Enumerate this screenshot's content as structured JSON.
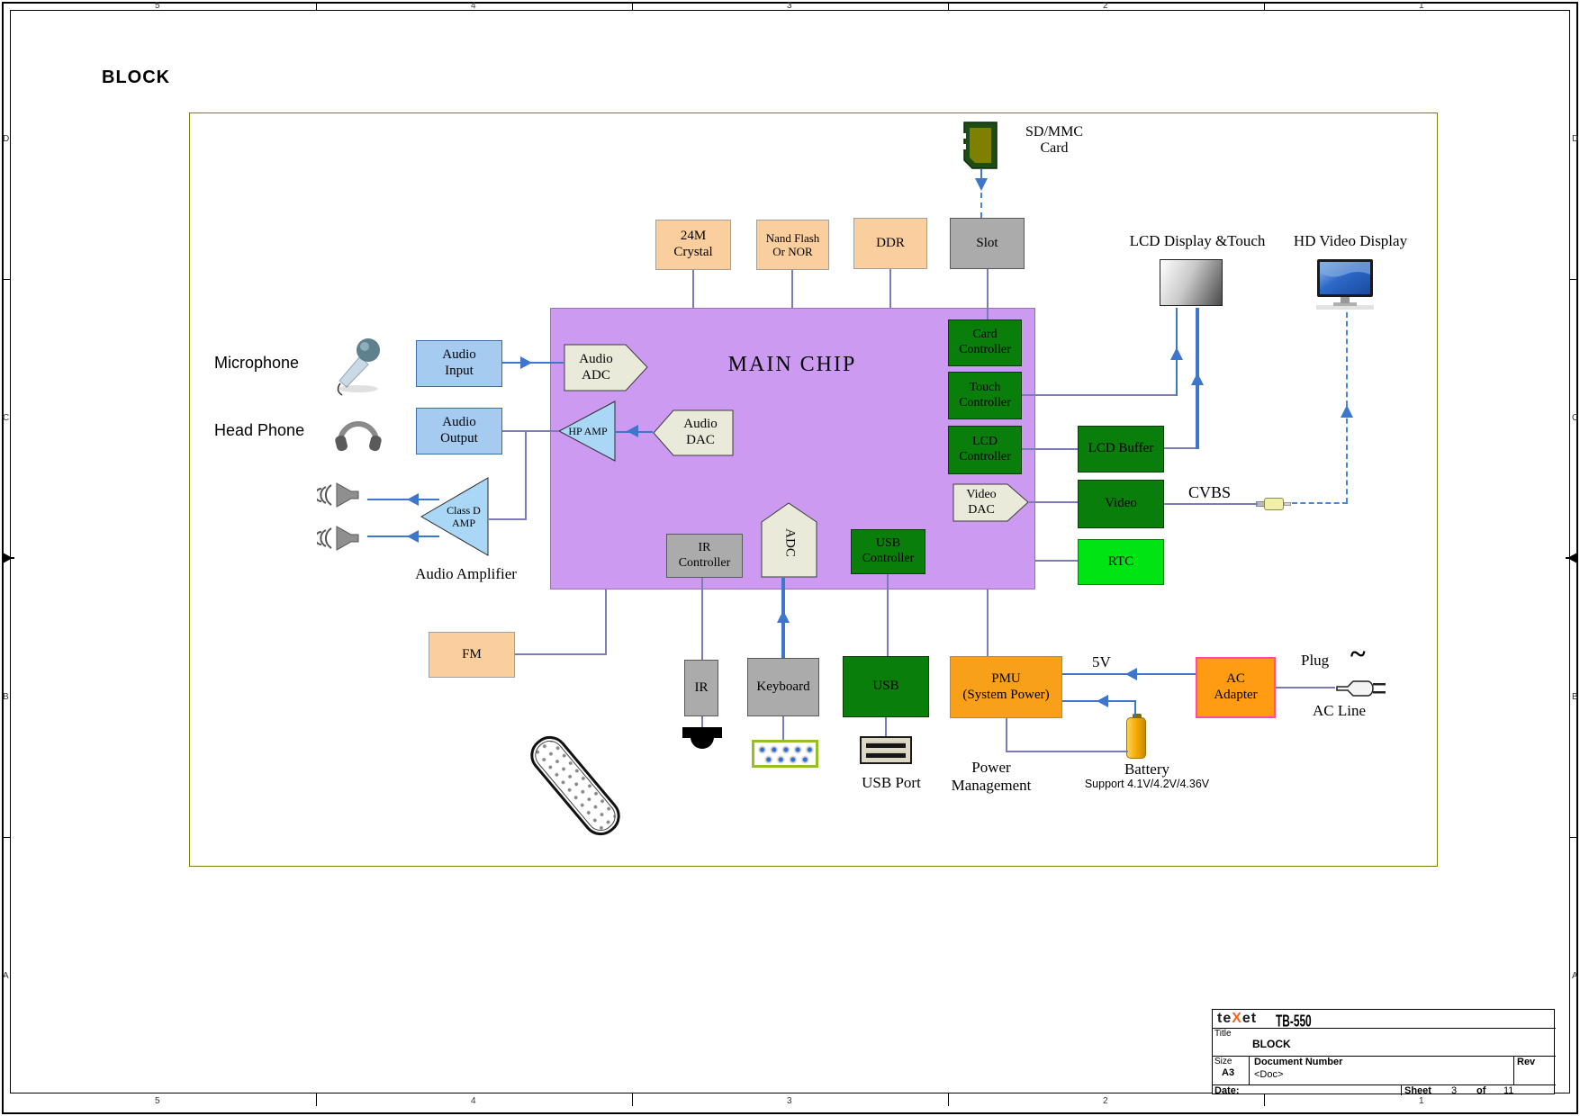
{
  "heading": "BLOCK",
  "frame": {
    "cols": [
      "5",
      "4",
      "3",
      "2",
      "1"
    ],
    "rows": [
      "D",
      "C",
      "B",
      "A"
    ]
  },
  "blocks": {
    "main_chip": "MAIN CHIP",
    "crystal": "24M\nCrystal",
    "nand": "Nand Flash\nOr NOR",
    "ddr": "DDR",
    "slot": "Slot",
    "audio_input": "Audio\nInput",
    "audio_output": "Audio\nOutput",
    "audio_adc": "Audio\nADC",
    "audio_dac": "Audio\nDAC",
    "hp_amp": "HP AMP",
    "class_d": "Class D\nAMP",
    "ir_controller": "IR\nController",
    "adc": "ADC",
    "usb_controller": "USB\nController",
    "card_controller": "Card\nController",
    "touch_controller": "Touch\nController",
    "lcd_controller": "LCD\nController",
    "video_dac": "Video\nDAC",
    "lcd_buffer": "LCD Buffer",
    "video": "Video",
    "rtc": "RTC",
    "fm": "FM",
    "ir": "IR",
    "keyboard": "Keyboard",
    "usb": "USB",
    "pmu": "PMU\n(System Power)",
    "ac_adapter": "AC\nAdapter"
  },
  "labels": {
    "microphone": "Microphone",
    "head_phone": "Head Phone",
    "audio_amplifier": "Audio Amplifier",
    "sd_card": "SD/MMC\nCard",
    "lcd_display": "LCD Display &Touch",
    "hd_display": "HD Video Display",
    "cvbs": "CVBS",
    "five_v": "5V",
    "usb_port": "USB Port",
    "power_mgmt": "Power\nManagement",
    "battery": "Battery",
    "battery_support": "Support 4.1V/4.2V/4.36V",
    "plug": "Plug",
    "ac_line": "AC Line",
    "tilde": "~"
  },
  "title_block": {
    "brand_te": "te",
    "brand_x": "X",
    "brand_et": "et",
    "model": "TB-550",
    "title_label": "Title",
    "title_value": "BLOCK",
    "size_label": "Size",
    "size_value": "A3",
    "doc_label": "Document Number",
    "doc_value": "<Doc>",
    "rev_label": "Rev",
    "date_label": "Date:",
    "sheet_label": "Sheet",
    "sheet_number": "3",
    "of_label": "of",
    "sheet_total": "11"
  },
  "colors": {
    "chip_purple": "#CD9AF2",
    "block_peach": "#FBCE9E",
    "block_green": "#0A7E0A",
    "rtc_green": "#00E414",
    "block_blue": "#A5CBF1",
    "pmu_orange": "#F9A01B",
    "adapter_border": "#FF4DA6",
    "wire_slate": "#7B7BB8",
    "arrow_blue": "#3E76CC",
    "frame_olive": "#7E7E00"
  }
}
